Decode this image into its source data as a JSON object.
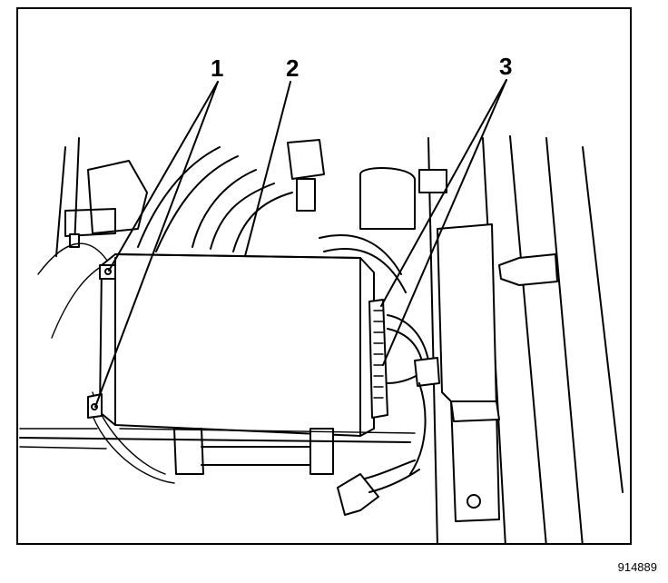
{
  "figure": {
    "callouts": [
      {
        "id": "callout-1",
        "label": "1"
      },
      {
        "id": "callout-2",
        "label": "2"
      },
      {
        "id": "callout-3",
        "label": "3"
      }
    ],
    "figure_number": "914889"
  }
}
